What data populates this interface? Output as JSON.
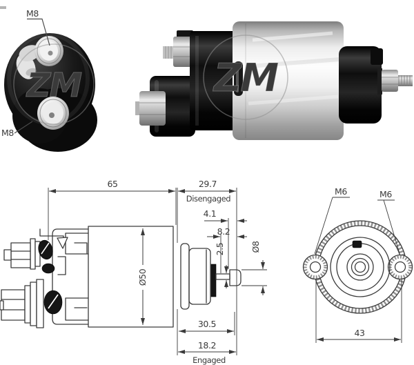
{
  "watermark": {
    "text": "ZM"
  },
  "end_photo": {
    "m8_top": "M8",
    "m8_bottom": "M8"
  },
  "dims": {
    "len_total": "65",
    "len_disengaged": "29.7",
    "state_disengaged": "Disengaged",
    "pin_travel": "4.1",
    "pin_length": "8.2",
    "groove_width": "2.5",
    "pin_diameter": "Ø8",
    "body_diameter": "Ø50",
    "len_flange_tip": "30.5",
    "len_engaged": "18.2",
    "state_engaged": "Engaged"
  },
  "front": {
    "thread_left": "M6",
    "thread_right": "M6",
    "hole_spacing": "43"
  },
  "colors": {
    "line": "#3a3a3a",
    "background": "#ffffff"
  }
}
